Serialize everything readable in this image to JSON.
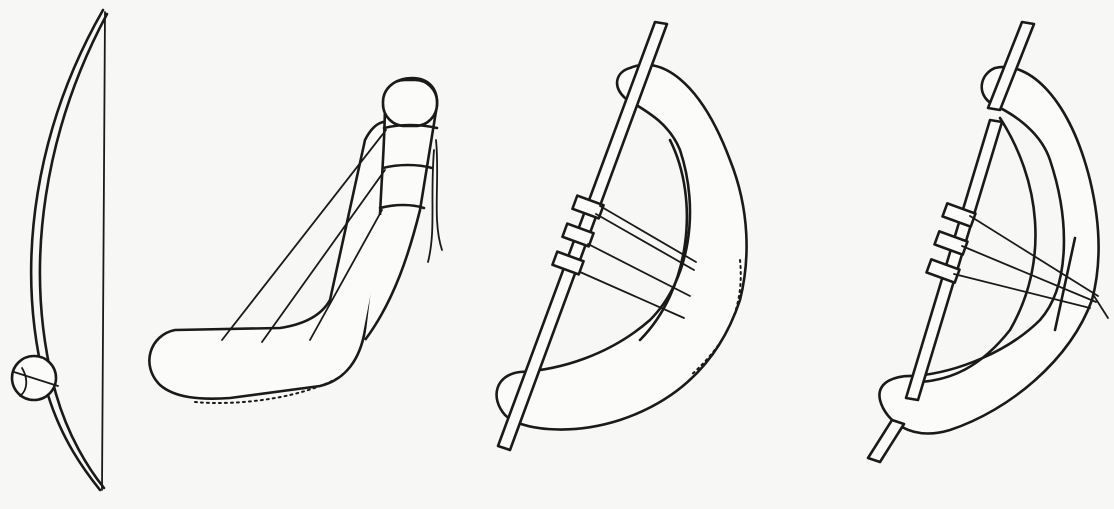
{
  "figure": {
    "panels": [
      {
        "id": "musical-bow-with-gourd-resonator"
      },
      {
        "id": "bow-harp-with-tuning-rings"
      },
      {
        "id": "bow-harp-with-tuning-pegs"
      },
      {
        "id": "frame-harp-with-tuning-pegs"
      }
    ]
  }
}
